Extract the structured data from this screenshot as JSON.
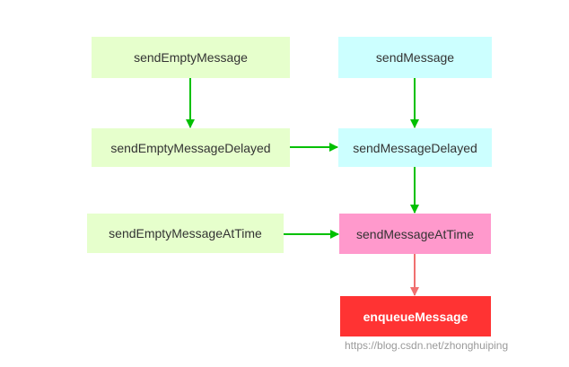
{
  "nodes": {
    "sendEmptyMessage": "sendEmptyMessage",
    "sendEmptyMessageDelayed": "sendEmptyMessageDelayed",
    "sendEmptyMessageAtTime": "sendEmptyMessageAtTime",
    "sendMessage": "sendMessage",
    "sendMessageDelayed": "sendMessageDelayed",
    "sendMessageAtTime": "sendMessageAtTime",
    "enqueueMessage": "enqueueMessage"
  },
  "edges": [
    {
      "from": "sendEmptyMessage",
      "to": "sendEmptyMessageDelayed"
    },
    {
      "from": "sendEmptyMessageDelayed",
      "to": "sendMessageDelayed"
    },
    {
      "from": "sendMessage",
      "to": "sendMessageDelayed"
    },
    {
      "from": "sendMessageDelayed",
      "to": "sendMessageAtTime"
    },
    {
      "from": "sendEmptyMessageAtTime",
      "to": "sendMessageAtTime"
    },
    {
      "from": "sendMessageAtTime",
      "to": "enqueueMessage"
    }
  ],
  "colors": {
    "empty_node": "#e6ffcc",
    "message_node": "#ccffff",
    "at_time_node": "#ff99cc",
    "enqueue_node": "#ff3333",
    "arrow_green": "#00c000",
    "arrow_red": "#f07070"
  },
  "watermark": "https://blog.csdn.net/zhonghuiping"
}
